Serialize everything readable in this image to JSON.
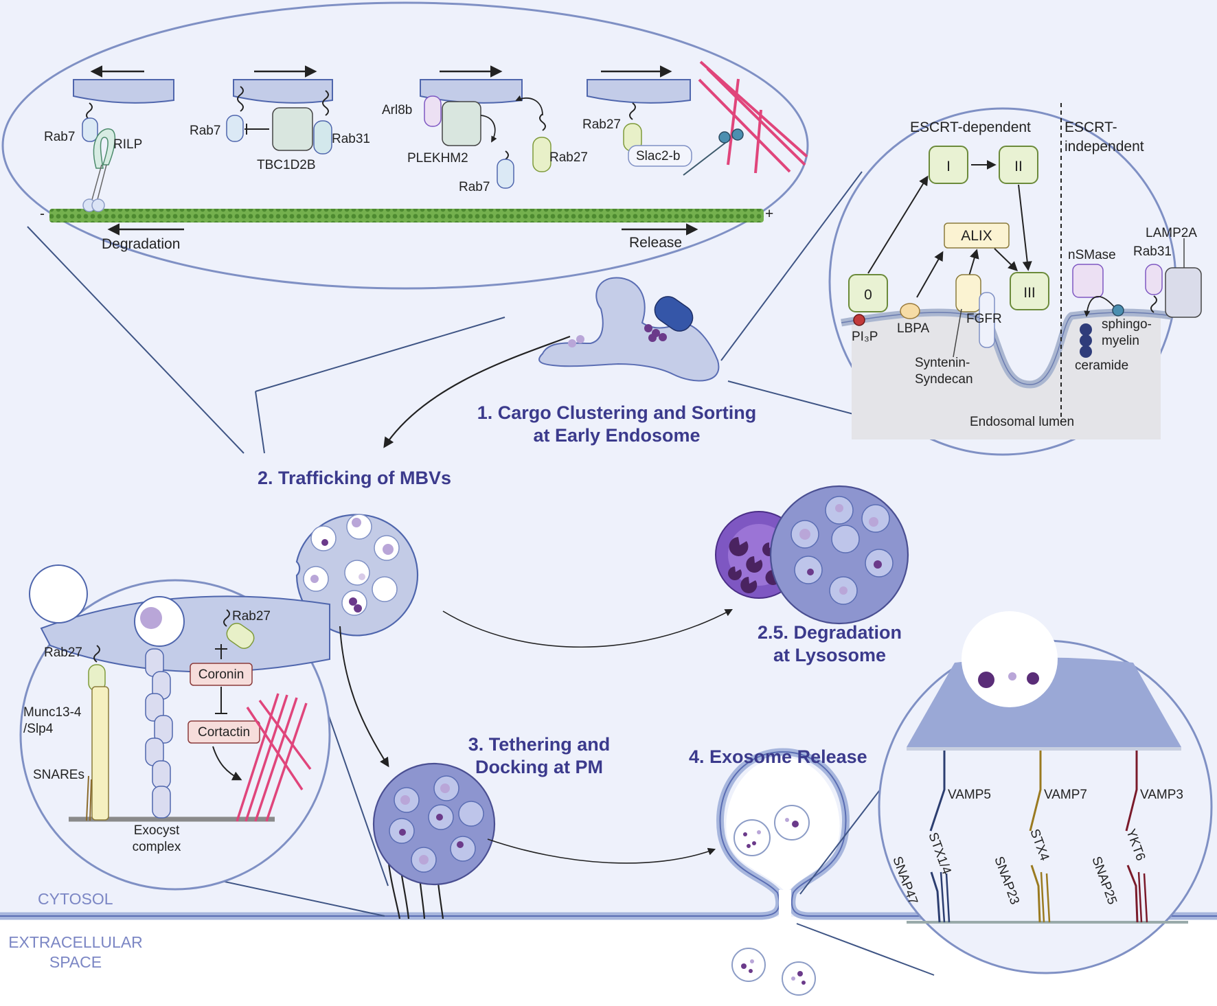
{
  "zones": {
    "cytosol": "CYTOSOL",
    "extracellular_line1": "EXTRACELLULAR",
    "extracellular_line2": "SPACE"
  },
  "steps": {
    "step1_line1": "1. Cargo Clustering and Sorting",
    "step1_line2": "at Early Endosome",
    "step2": "2. Trafficking of MBVs",
    "step25_line1": "2.5. Degradation",
    "step25_line2": "at Lysosome",
    "step3_line1": "3. Tethering and",
    "step3_line2": "Docking at PM",
    "step4": "4. Exosome Release"
  },
  "transport_inset": {
    "direction_left": "Degradation",
    "direction_right": "Release",
    "minus_end": "-",
    "plus_end": "+",
    "labels": {
      "rab7_a": "Rab7",
      "rilp": "RILP",
      "rab7_b": "Rab7",
      "tbc1d2b": "TBC1D2B",
      "rab31": "Rab31",
      "arl8b": "Arl8b",
      "plekhm2": "PLEKHM2",
      "rab7_c": "Rab7",
      "rab27_a": "Rab27",
      "rab27_b": "Rab27",
      "slac2b": "Slac2-b"
    }
  },
  "escrt_inset": {
    "escrt_dependent": "ESCRT-dependent",
    "escrt_independent_line1": "ESCRT-",
    "escrt_independent_line2": "independent",
    "complex_0": "0",
    "complex_1": "I",
    "complex_2": "II",
    "complex_3": "III",
    "alix": "ALIX",
    "pi3p": "PI₃P",
    "lbpa": "LBPA",
    "fgfr": "FGFR",
    "syntenin_line1": "Syntenin-",
    "syntenin_line2": "Syndecan",
    "nsmase": "nSMase",
    "rab31": "Rab31",
    "lamp2a": "LAMP2A",
    "sphingo_line1": "sphingo-",
    "sphingo_line2": "myelin",
    "ceramide": "ceramide",
    "lumen": "Endosomal lumen"
  },
  "docking_inset": {
    "rab27_a": "Rab27",
    "rab27_b": "Rab27",
    "coronin": "Coronin",
    "cortactin": "Cortactin",
    "munc_line1": "Munc13-4",
    "munc_line2": "/Slp4",
    "snares": "SNAREs",
    "exocyst_line1": "Exocyst",
    "exocyst_line2": "complex"
  },
  "snare_inset": {
    "vamp5": "VAMP5",
    "vamp7": "VAMP7",
    "vamp3": "VAMP3",
    "stx14": "STX1/4",
    "stx4": "STX4",
    "ykt6": "YKT6",
    "snap47": "SNAP47",
    "snap23": "SNAP23",
    "snap25": "SNAP25"
  },
  "colors": {
    "cytosol_bg": "#eef1fb",
    "membrane": "#a7b6dd",
    "heading": "#3b3a8c",
    "actin": "#e0457b",
    "microtubule": "#6aa84f",
    "lysosome": "#7e57c2",
    "mvb": "#8d95cf"
  }
}
